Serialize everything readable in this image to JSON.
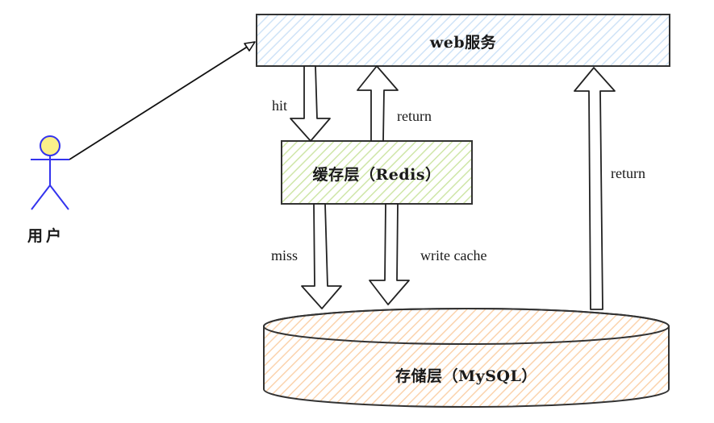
{
  "nodes": {
    "web": {
      "label": "web服务",
      "fill_color": "#cfe3f7",
      "stroke_color": "#333333"
    },
    "cache": {
      "label": "缓存层（Redis）",
      "fill_color": "#cfe6a8",
      "stroke_color": "#333333"
    },
    "storage": {
      "label": "存储层（MySQL）",
      "fill_color": "#fbd3ad",
      "stroke_color": "#333333"
    },
    "user": {
      "label": "用户",
      "head_color": "#fbf08a",
      "body_color": "#3333ee"
    }
  },
  "edges": [
    {
      "from": "user",
      "to": "web",
      "label": ""
    },
    {
      "from": "web",
      "to": "cache",
      "label": "hit"
    },
    {
      "from": "cache",
      "to": "web",
      "label": "return"
    },
    {
      "from": "cache",
      "to": "storage",
      "label": "miss"
    },
    {
      "from": "cache",
      "to": "storage",
      "label": "write cache"
    },
    {
      "from": "storage",
      "to": "web",
      "label": "return"
    }
  ]
}
